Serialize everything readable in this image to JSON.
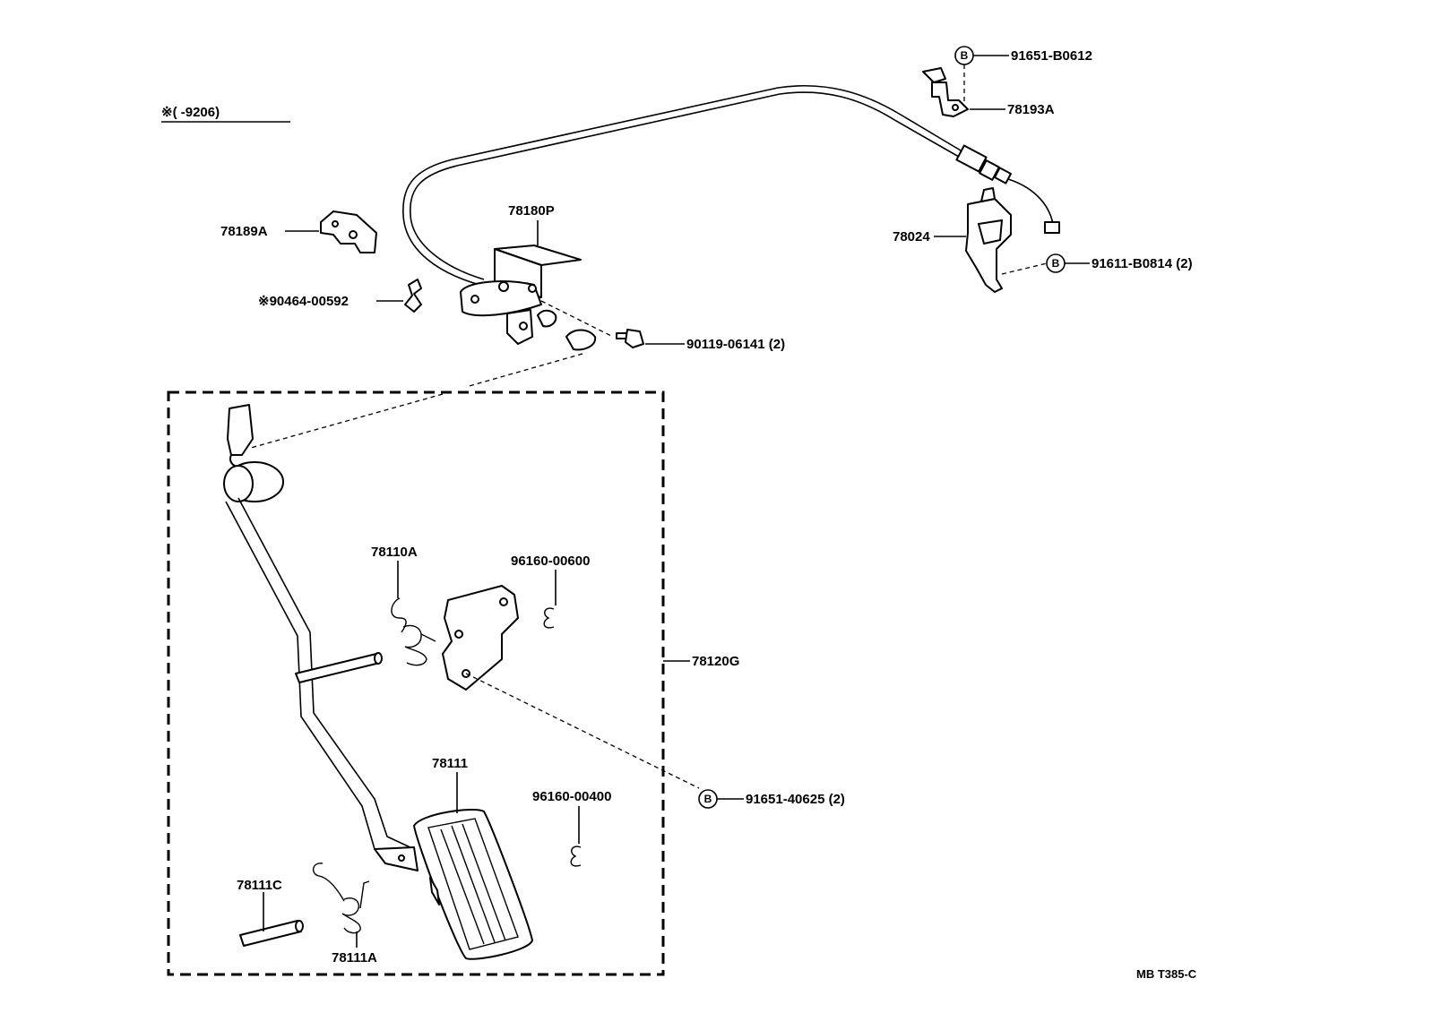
{
  "header": {
    "production_range": "※(        -9206)"
  },
  "callout_marker": "B",
  "parts": {
    "p78189A": "78189A",
    "p90464": "※90464-00592",
    "p78180P": "78180P",
    "p90119": "90119-06141 (2)",
    "p91651_B0612": "91651-B0612",
    "p78193A": "78193A",
    "p78024": "78024",
    "p91611": "91611-B0814 (2)",
    "p78110A": "78110A",
    "p96160_600": "96160-00600",
    "p78120G": "78120G",
    "p78111": "78111",
    "p96160_400": "96160-00400",
    "p91651_40625": "91651-40625 (2)",
    "p78111C": "78111C",
    "p78111A": "78111A"
  },
  "footer": {
    "code": "MB T385-C"
  }
}
